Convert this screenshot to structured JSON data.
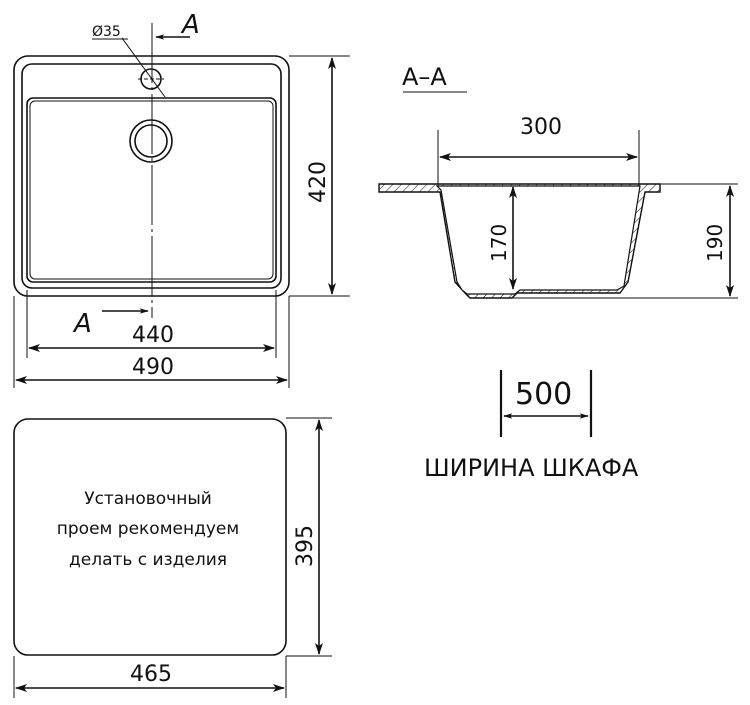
{
  "top_view": {
    "hole_label": "Ø35",
    "section_mark_top": "A",
    "section_mark_bottom": "A",
    "dim_inner_width": "440",
    "dim_outer_width": "490",
    "dim_height": "420"
  },
  "section_view": {
    "title": "А–А",
    "dim_top_width": "300",
    "dim_inner_depth": "170",
    "dim_total_depth": "190"
  },
  "cabinet": {
    "dim_width": "500",
    "label": "ШИРИНА ШКАФА"
  },
  "cutout": {
    "note_lines": [
      "Установочный",
      "проем рекомендуем",
      "делать с изделия"
    ],
    "dim_width": "465",
    "dim_height": "395"
  },
  "colors": {
    "line": "#111111",
    "background": "#ffffff"
  }
}
